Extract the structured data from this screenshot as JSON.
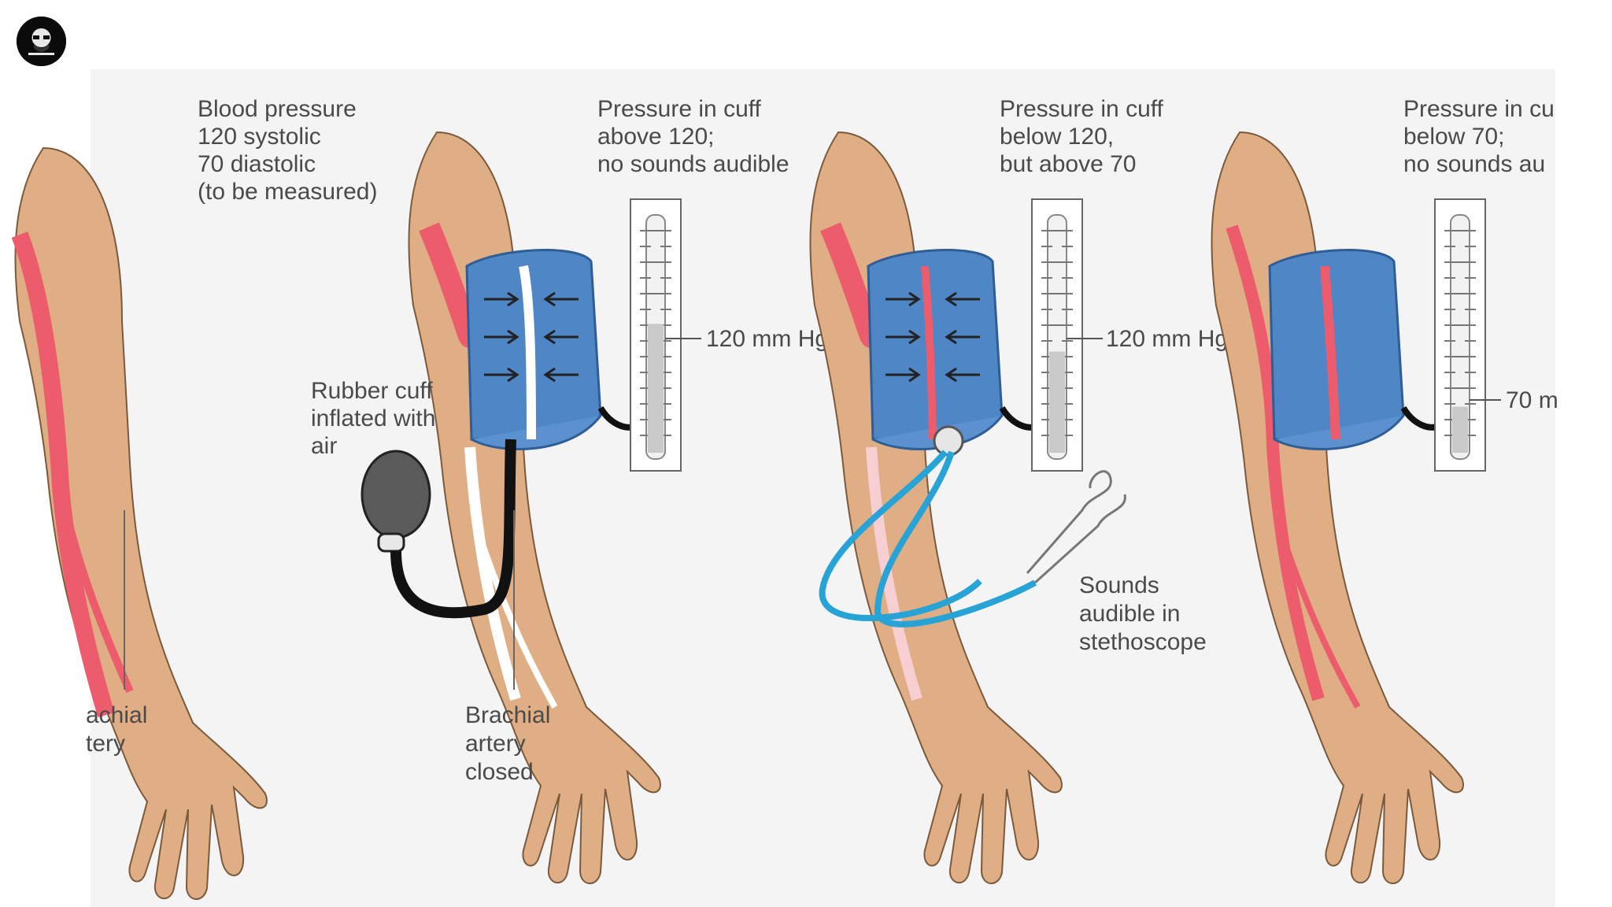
{
  "panels": [
    {
      "label_lines": [
        "Blood pressure",
        "120 systolic",
        "70 diastolic",
        "(to be measured)"
      ],
      "artery_lines": [
        "achial",
        "tery"
      ],
      "artery_state": "open"
    },
    {
      "label_lines": [
        "Pressure in cuff",
        "above 120;",
        "no sounds audible"
      ],
      "gauge_label": "120 mm Hg",
      "gauge_level": 0.56,
      "cuff_note_lines": [
        "Rubber cuff",
        "inflated with",
        "air"
      ],
      "artery_lines": [
        "Brachial",
        "artery",
        "closed"
      ],
      "artery_state": "closed"
    },
    {
      "label_lines": [
        "Pressure in cuff",
        "below 120,",
        "but above 70"
      ],
      "gauge_label": "120 mm Hg",
      "gauge_level": 0.44,
      "stethoscope_lines": [
        "Sounds",
        "audible in",
        "stethoscope"
      ],
      "artery_state": "partially-open"
    },
    {
      "label_lines": [
        "Pressure in cu",
        "below 70;",
        "no sounds au"
      ],
      "gauge_label": "70 m",
      "gauge_level": 0.2,
      "artery_state": "open"
    }
  ],
  "colors": {
    "skin": "#dfae85",
    "skin_outline": "#7a5a3c",
    "artery": "#ec5c6c",
    "cuff": "#4f86c6",
    "stethoscope": "#27a3d6",
    "text": "#4a4a4a"
  }
}
